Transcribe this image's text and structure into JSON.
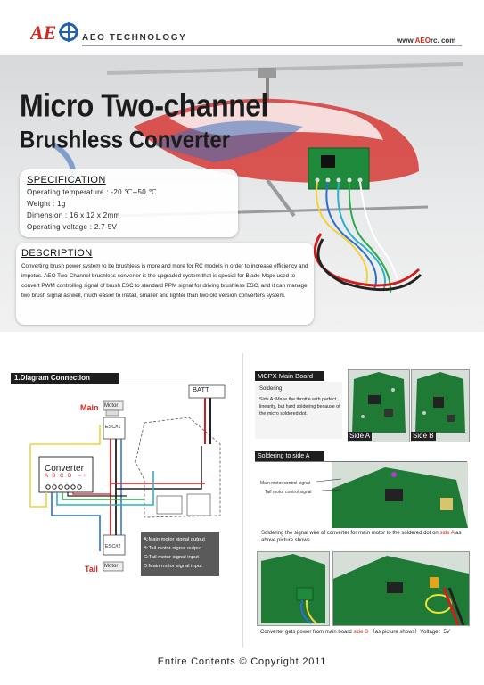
{
  "header": {
    "logo_letters": "AEO",
    "company": "AEO TECHNOLOGY",
    "website_prefix": "www.",
    "website_accent": "AEO",
    "website_suffix": "rc. com",
    "accent_color": "#d7261e"
  },
  "hero": {
    "title_line1": "Micro Two-channel",
    "title_line2": "Brushless Converter"
  },
  "specification": {
    "heading": "SPECIFICATION",
    "lines": [
      "Operating temperature : -20 ℃--50 ℃",
      "Weight : 1g",
      "Dimension : 16 x 12 x 2mm",
      "Operating voltage : 2.7-5V"
    ]
  },
  "description": {
    "heading": "DESCRIPTION",
    "text": "Converting brush power system to be brushless is more and more for RC models in order to increase efficiency and impetus. AEO Two-Channel brushless converter is the upgraded system that is special for Blade-Mcpx used to convert PWM controlling signal of brush ESC to standard PPM signal for driving brushless ESC, and it can manage two brush signal as well, much easier to install, smaller and lighter than two old version converters system."
  },
  "diagram": {
    "heading": "1.Diagram Connection",
    "batt": "BATT",
    "main_label": "Main",
    "tail_label": "Tail",
    "motor_label": "Motor",
    "esc1": "ESC#1",
    "esc2": "ESC#2",
    "converter": "Converter",
    "pins": "A B C D",
    "pin_signs": "− +",
    "legend": [
      "A:Main motor signal output",
      "B:Tail motor signal output",
      "C:Tail motor signal input",
      "D:Main motor signal input"
    ]
  },
  "mcpx": {
    "heading": "MCPX Main Board",
    "soldering_title": "Soldering",
    "soldering_text": "Side A: Make the throttle with perfect linearity, but hard soldering because of the micro soldered dot.",
    "side_a": "Side A",
    "side_b": "Side B"
  },
  "side_a_section": {
    "heading": "Soldering to side A",
    "main_signal": "Main motor control signal",
    "tail_signal": "Tail  motor control signal",
    "caption_part1": "Soldering the signal wire of converter for main motor to the soldered dot on ",
    "caption_red": "side A",
    "caption_part2": " as above picture shows"
  },
  "power": {
    "caption_part1": "Converter gets power from main board ",
    "caption_red": "side B",
    "caption_part2": "  （as picture shows）Voltage：5V"
  },
  "footer": {
    "text": "Entire Contents  ©  Copyright 2011"
  }
}
